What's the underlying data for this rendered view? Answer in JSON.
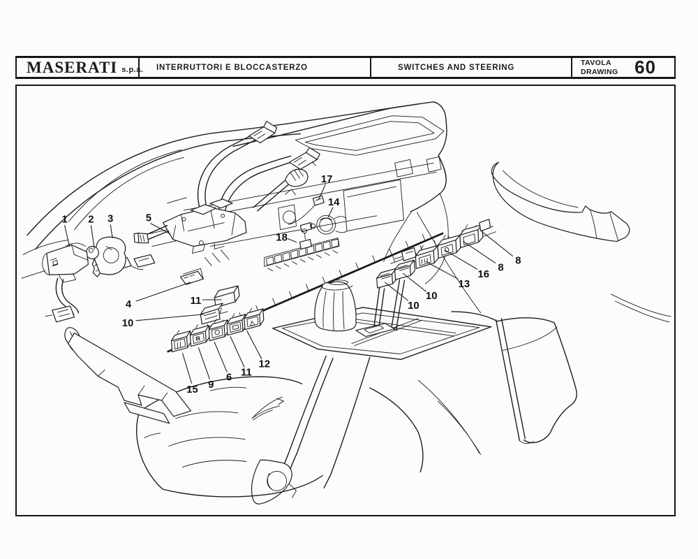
{
  "colors": {
    "ink": "#1c1c1c",
    "paper": "#fcfcfa"
  },
  "header": {
    "brand": "MASERATI",
    "brand_suffix": "s.p.a.",
    "title_italian": "INTERRUTTORI E BLOCCASTERZO",
    "title_english": "SWITCHES AND STEERING",
    "drawing_label_line1": "TAVOLA",
    "drawing_label_line2": "DRAWING",
    "drawing_number": "60"
  },
  "diagram": {
    "callouts": [
      "1",
      "2",
      "3",
      "5",
      "17",
      "14",
      "18",
      "4",
      "10",
      "11",
      "10",
      "10",
      "13",
      "16",
      "8",
      "8",
      "15",
      "9",
      "6",
      "11",
      "12"
    ],
    "switch_glyphs": {
      "reverse": "R",
      "hazard": "△"
    }
  }
}
